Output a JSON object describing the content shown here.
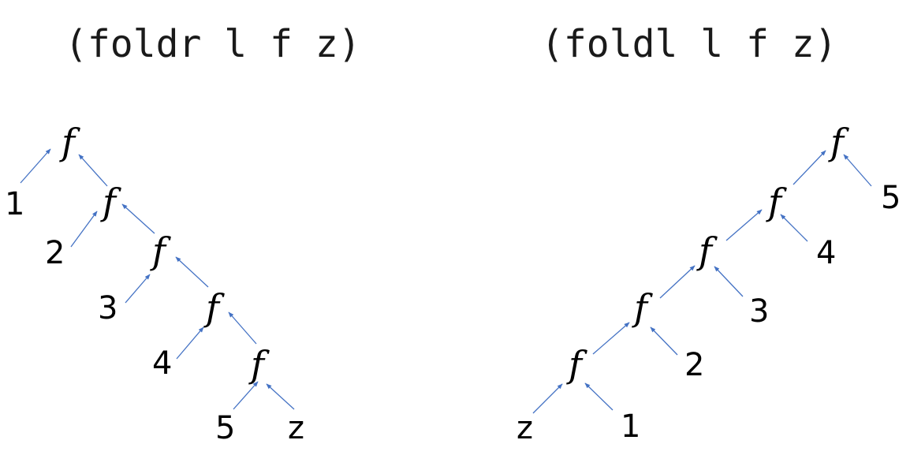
{
  "titles": {
    "foldr": "(foldr l f z)",
    "foldl": "(foldl l f z)"
  },
  "node_symbol": "f",
  "edge_color": "#4472c4",
  "foldr_tree": {
    "f_nodes": [
      "f",
      "f",
      "f",
      "f",
      "f"
    ],
    "leaves": [
      "1",
      "2",
      "3",
      "4",
      "5",
      "z"
    ]
  },
  "foldl_tree": {
    "f_nodes": [
      "f",
      "f",
      "f",
      "f",
      "f"
    ],
    "leaves": [
      "z",
      "1",
      "2",
      "3",
      "4",
      "5"
    ]
  }
}
